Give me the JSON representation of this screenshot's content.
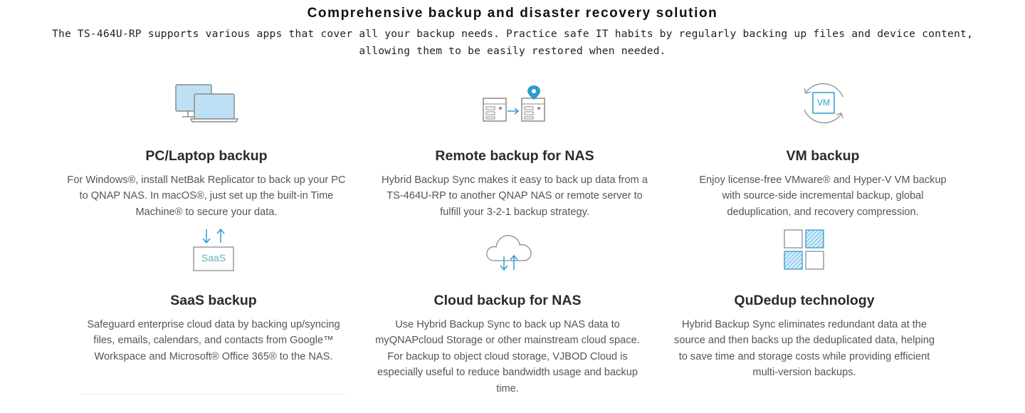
{
  "header": {
    "title": "Comprehensive backup and disaster recovery solution",
    "intro": "The TS-464U-RP supports various apps that cover all your backup needs. Practice safe IT habits by regularly backing up files and device content, allowing them to be easily restored when needed."
  },
  "features": [
    {
      "icon": "pc-laptop-icon",
      "title": "PC/Laptop backup",
      "description": "For Windows®, install NetBak Replicator to back up your PC to QNAP NAS. In macOS®, just set up the built-in Time Machine® to secure your data."
    },
    {
      "icon": "nas-remote-icon",
      "title": "Remote backup for NAS",
      "description": "Hybrid Backup Sync makes it easy to back up data from a TS-464U-RP to another QNAP NAS or remote server to fulfill your 3-2-1 backup strategy."
    },
    {
      "icon": "vm-cycle-icon",
      "icon_label": "VM",
      "title": "VM backup",
      "description": "Enjoy license-free VMware® and Hyper-V VM backup with source-side incremental backup, global deduplication, and recovery compression."
    },
    {
      "icon": "saas-icon",
      "icon_label": "SaaS",
      "title": "SaaS backup",
      "description": "Safeguard enterprise cloud data by backing up/syncing files, emails, calendars, and contacts from Google™ Workspace and Microsoft® Office 365® to the NAS."
    },
    {
      "icon": "cloud-icon",
      "title": "Cloud backup for NAS",
      "description": "Use Hybrid Backup Sync to back up NAS data to myQNAPcloud Storage or other mainstream cloud space. For backup to object cloud storage, VJBOD Cloud is especially useful to reduce bandwidth usage and backup time."
    },
    {
      "icon": "dedup-grid-icon",
      "title": "QuDedup technology",
      "description": "Hybrid Backup Sync eliminates redundant data at the source and then backs up the deduplicated data, helping to save time and storage costs while providing efficient multi-version backups."
    }
  ],
  "colors": {
    "icon_blue": "#2e9ad0",
    "icon_light_blue": "#bde0f5",
    "icon_gray": "#8c8c8c",
    "title_text": "#2b2b2b",
    "body_text": "#555555"
  }
}
